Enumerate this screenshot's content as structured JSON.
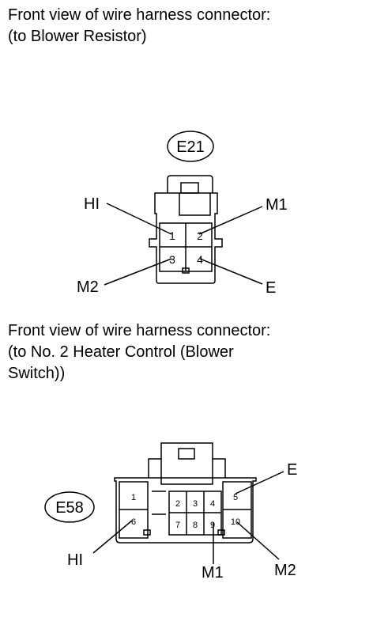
{
  "caption1": {
    "line1": "Front view of wire harness connector:",
    "line2": "(to Blower Resistor)"
  },
  "caption2": {
    "line1": "Front view of wire harness connector:",
    "line2": "(to No. 2 Heater Control (Blower",
    "line3": "Switch))"
  },
  "connector1": {
    "id": "E21",
    "pins": [
      "1",
      "2",
      "3",
      "4"
    ],
    "labels": {
      "hi": "HI",
      "m1": "M1",
      "m2": "M2",
      "e": "E"
    }
  },
  "connector2": {
    "id": "E58",
    "pins": [
      "1",
      "2",
      "3",
      "4",
      "5",
      "6",
      "7",
      "8",
      "9",
      "10"
    ],
    "labels": {
      "e": "E",
      "hi": "HI",
      "m1": "M1",
      "m2": "M2"
    }
  }
}
